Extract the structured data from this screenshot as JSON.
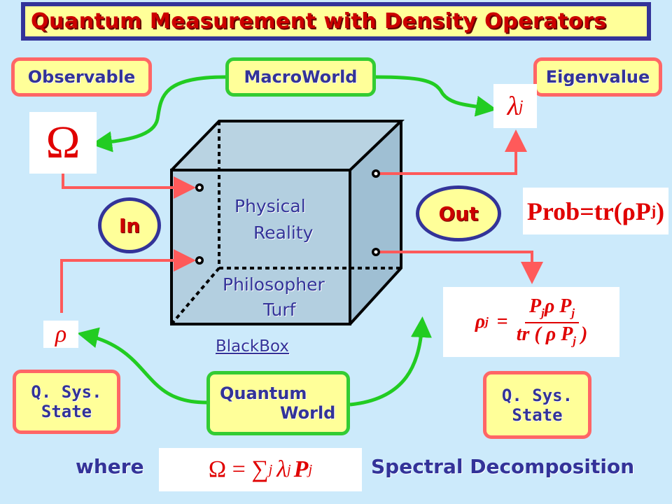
{
  "title": "Quantum Measurement with Density Operators",
  "labels": {
    "observable": "Observable",
    "macroworld": "MacroWorld",
    "eigenvalue": "Eigenvalue",
    "in": "In",
    "out": "Out",
    "blackbox": "BlackBox",
    "qsys_left_line1": "Q. Sys.",
    "qsys_left_line2": "State",
    "qsys_right_line1": "Q. Sys.",
    "qsys_right_line2": "State",
    "quantum_line1": "Quantum",
    "quantum_line2": "World"
  },
  "cube": {
    "physical": "Physical",
    "reality": "Reality",
    "philosopher": "Philosopher",
    "turf": "Turf"
  },
  "math": {
    "omega": "Ω",
    "lambda": "λ",
    "j": "j",
    "rho": "ρ",
    "prob": "Prob=tr(ρP",
    "prob_close": ")",
    "rho_j_lhs": "ρ",
    "equals": "=",
    "numerator": "P",
    "numerator_mid": "ρ P",
    "denominator": "tr ( ρ P",
    "denominator_close": " )",
    "spectral": "Ω = ∑",
    "spectral_rest": "λ",
    "spectral_p": "P"
  },
  "footer": {
    "where": "where",
    "spectral_decomposition": "Spectral Decomposition"
  },
  "colors": {
    "background": "#cceafb",
    "title_text": "#cc0000",
    "navy": "#333399",
    "label_fill": "#ffff99",
    "red_arrow": "#ff5a5a",
    "green_arrow": "#22cc22"
  }
}
